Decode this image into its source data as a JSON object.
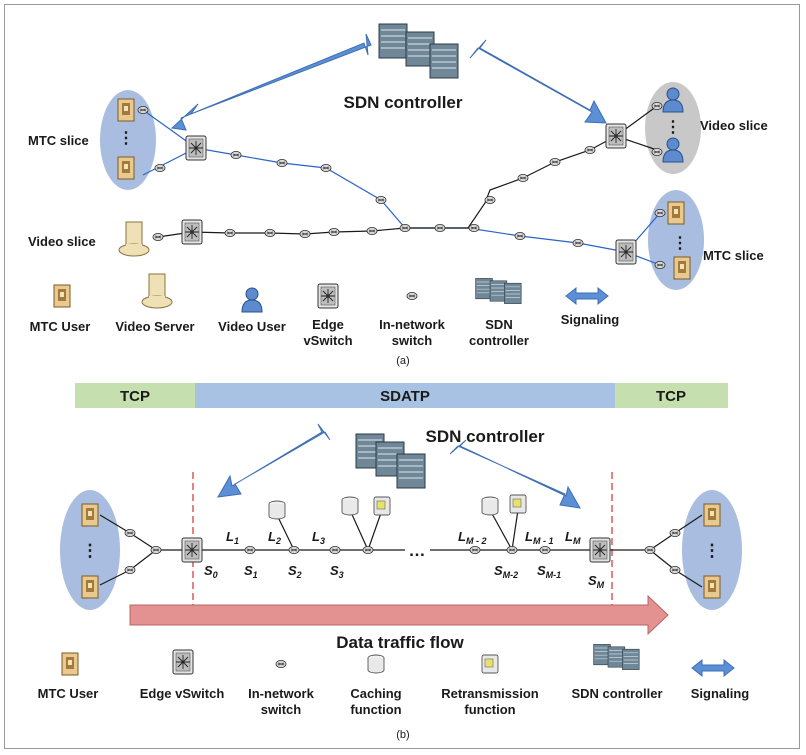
{
  "part_a": {
    "controller_label": "SDN controller",
    "mtc_slice_left": "MTC slice",
    "mtc_slice_right": "MTC slice",
    "video_slice_left": "Video slice",
    "video_slice_right": "Video slice",
    "legend": {
      "mtc_user": "MTC User",
      "video_server": "Video Server",
      "video_user": "Video User",
      "edge_vswitch_1": "Edge",
      "edge_vswitch_2": "vSwitch",
      "in_network_1": "In-network",
      "in_network_2": "switch",
      "sdn_controller_1": "SDN",
      "sdn_controller_2": "controller",
      "signaling": "Signaling"
    },
    "caption": "(a)"
  },
  "protocol_bar": {
    "left": "TCP",
    "middle": "SDATP",
    "right": "TCP"
  },
  "part_b": {
    "controller_label": "SDN controller",
    "links": {
      "l1": "L",
      "l1s": "1",
      "l2": "L",
      "l2s": "2",
      "l3": "L",
      "l3s": "3",
      "lm2": "L",
      "lm2s": "M - 2",
      "lm1": "L",
      "lm1s": "M - 1",
      "lm": "L",
      "lms": "M"
    },
    "switches": {
      "s0": "S",
      "s0s": "0",
      "s1": "S",
      "s1s": "1",
      "s2": "S",
      "s2s": "2",
      "s3": "S",
      "s3s": "3",
      "sm2": "S",
      "sm2s": "M-2",
      "sm1": "S",
      "sm1s": "M-1",
      "sm": "S",
      "sms": "M"
    },
    "ellipsis": "…",
    "flow_label": "Data traffic flow",
    "legend": {
      "mtc_user": "MTC User",
      "edge_vswitch": "Edge vSwitch",
      "in_network_1": "In-network",
      "in_network_2": "switch",
      "caching_1": "Caching",
      "caching_2": "function",
      "retrans_1": "Retransmission",
      "retrans_2": "function",
      "sdn_controller": "SDN controller",
      "signaling": "Signaling"
    },
    "caption": "(b)"
  },
  "colors": {
    "slice_blue": "#a9bde0",
    "slice_gray": "#c8c8c8",
    "arrow_blue": "#5b8fd6",
    "tcp_green": "#c6dfae",
    "sdatp_blue": "#a7c2e2",
    "flow_red": "#e39191",
    "link_blue": "#2a64c8"
  }
}
